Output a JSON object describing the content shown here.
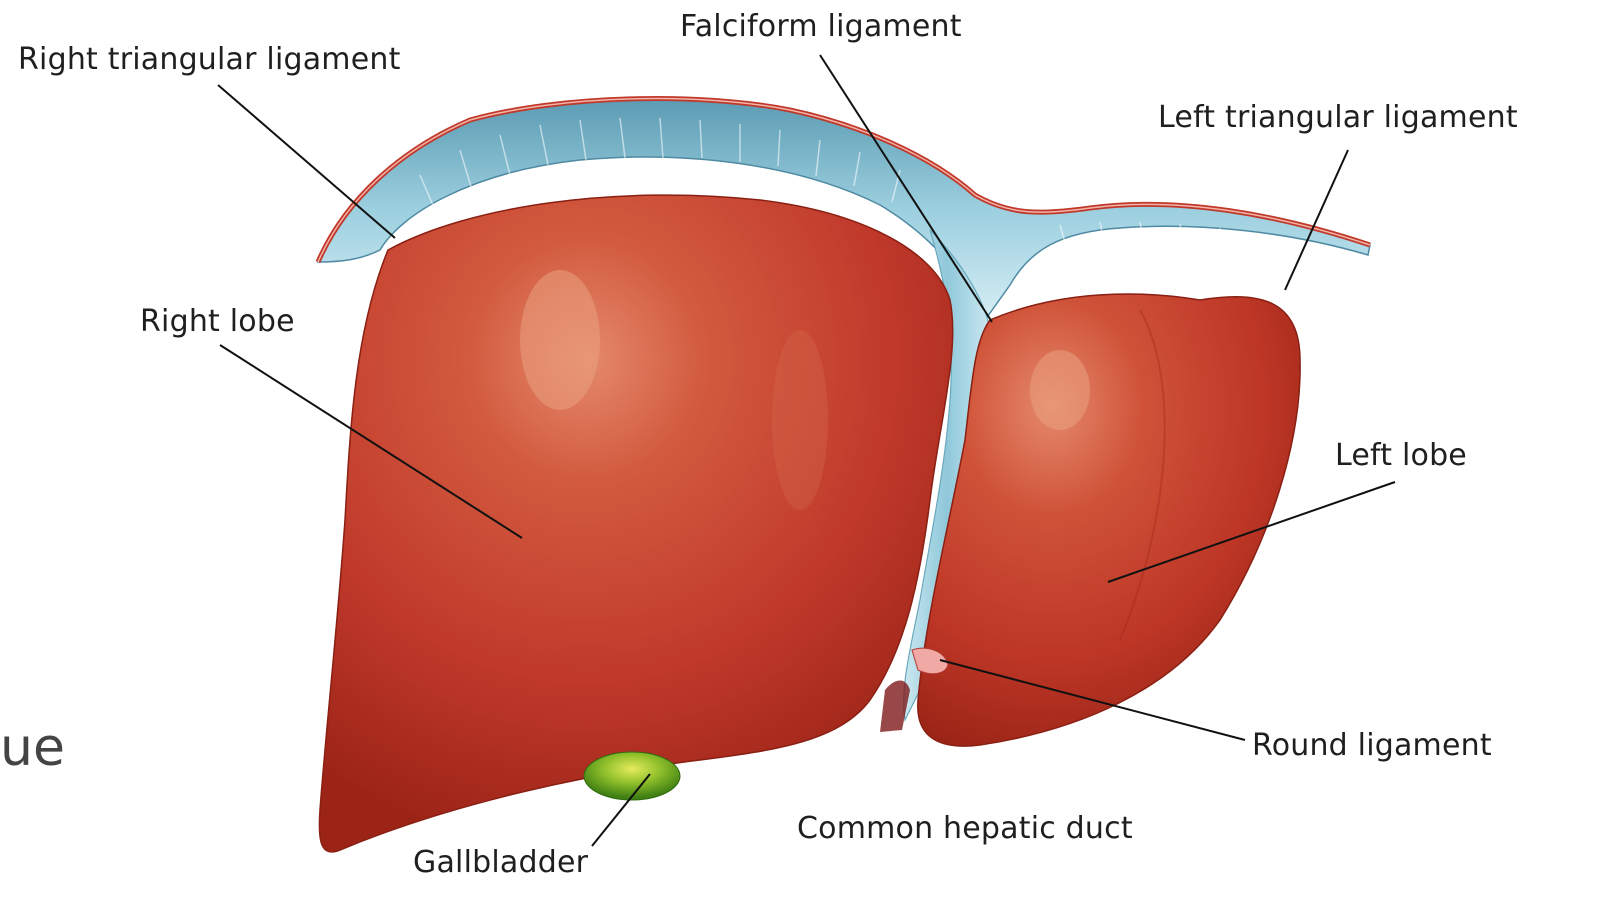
{
  "labels": {
    "right_triangular": "Right triangular ligament",
    "falciform": "Falciform ligament",
    "left_triangular": "Left triangular ligament",
    "right_lobe": "Right lobe",
    "left_lobe": "Left lobe",
    "round": "Round ligament",
    "common_hepatic": "Common hepatic duct",
    "gallbladder": "Gallbladder"
  },
  "partial_text": "ue",
  "colors": {
    "liver": "#c0392b",
    "liver_dark": "#9c2417",
    "liver_highlight": "#e0846a",
    "membrane": "#a9d6e2",
    "membrane_dark": "#5b9bb3",
    "peritoneum_red": "#c0392b",
    "gallbladder": "#6fa624",
    "gallbladder_light": "#d8e55a",
    "leader": "#111111"
  }
}
